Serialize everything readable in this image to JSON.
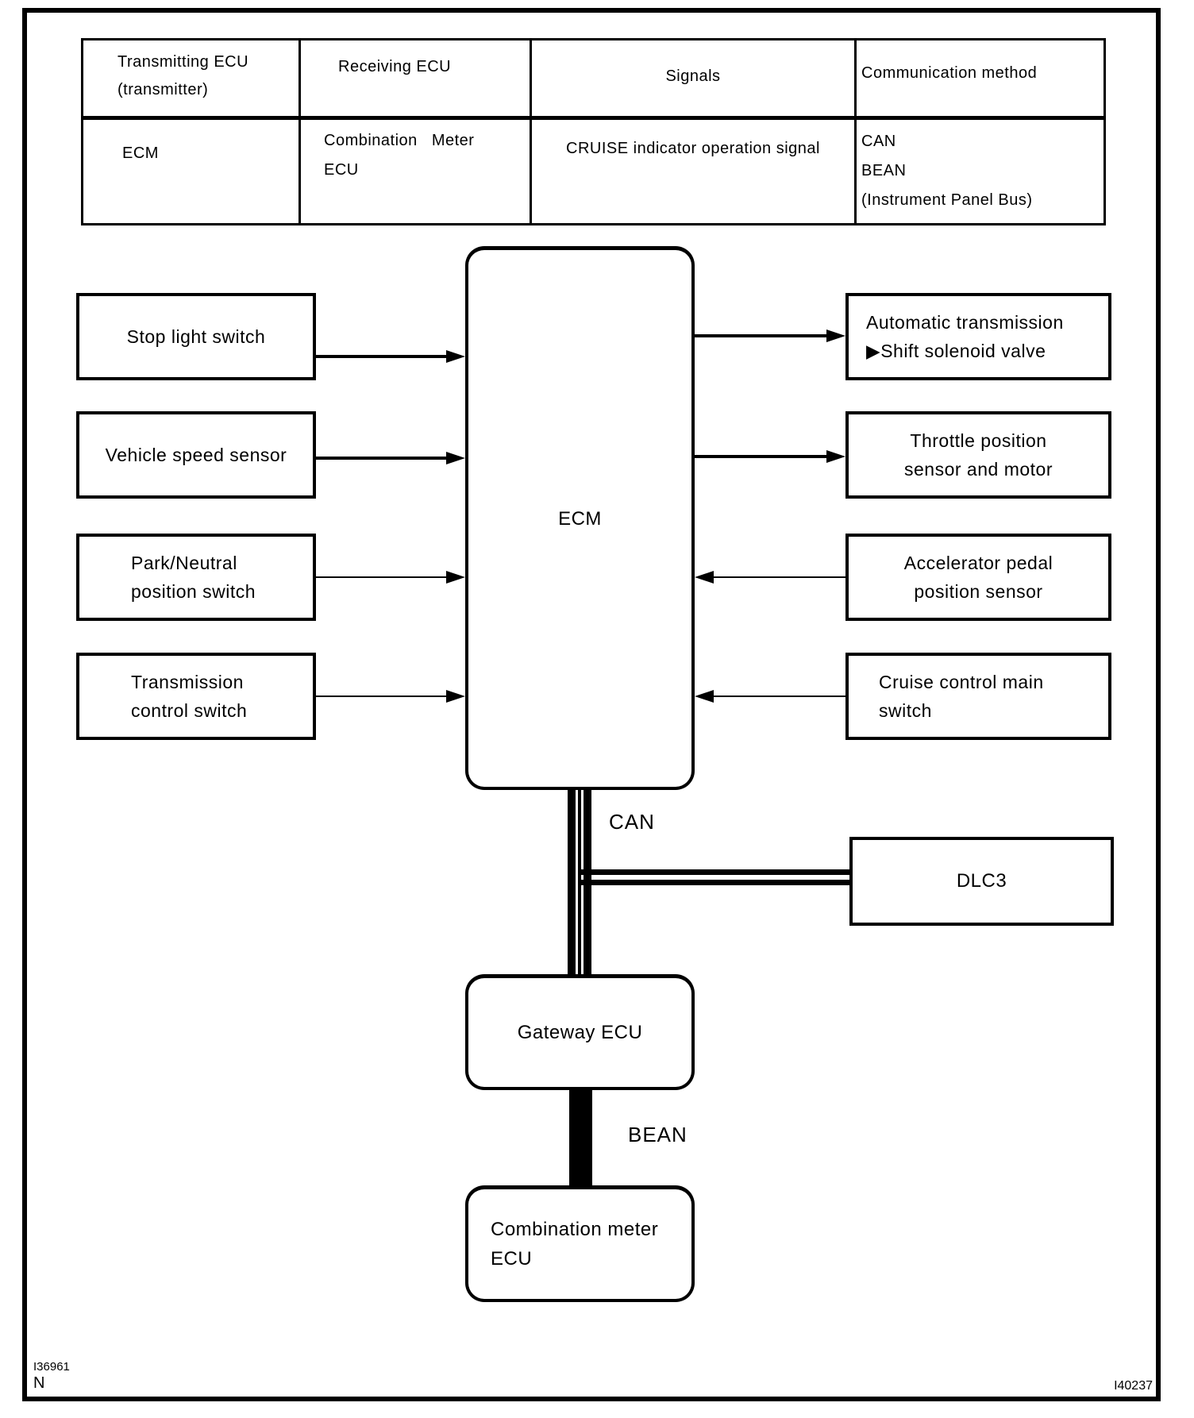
{
  "table": {
    "header": {
      "transmitting_line1": "Transmitting ECU",
      "transmitting_line2": "(transmitter)",
      "receiving": "Receiving ECU",
      "signals": "Signals",
      "method": "Communication method"
    },
    "row": {
      "transmitting": "ECM",
      "receiving_line1": "Combination Meter",
      "receiving_line2": "ECU",
      "signals": "CRUISE indicator operation signal",
      "method_line1": "CAN",
      "method_line2": "BEAN",
      "method_line3": "(Instrument Panel Bus)"
    }
  },
  "diagram": {
    "ecm_label": "ECM",
    "left_boxes": [
      {
        "line1": "Stop light switch",
        "line2": ""
      },
      {
        "line1": "Vehicle speed sensor",
        "line2": ""
      },
      {
        "line1": "Park/Neutral",
        "line2": "position switch"
      },
      {
        "line1": "Transmission",
        "line2": "control switch"
      }
    ],
    "right_boxes": [
      {
        "line1": "Automatic transmission",
        "line2": "▶Shift solenoid valve"
      },
      {
        "line1": "Throttle position",
        "line2": "sensor and motor"
      },
      {
        "line1": "Accelerator pedal",
        "line2": "position sensor"
      },
      {
        "line1": "Cruise control main",
        "line2": "switch"
      }
    ],
    "can_label": "CAN",
    "dlc3_label": "DLC3",
    "gateway_label": "Gateway ECU",
    "combination_line1": "Combination meter",
    "combination_line2": "ECU",
    "bean_label": "BEAN"
  },
  "footer": {
    "image_code": "I36961",
    "revision_mark": "N",
    "figure_code": "I40237"
  },
  "colors": {
    "ink": "#000000",
    "paper": "#ffffff"
  }
}
